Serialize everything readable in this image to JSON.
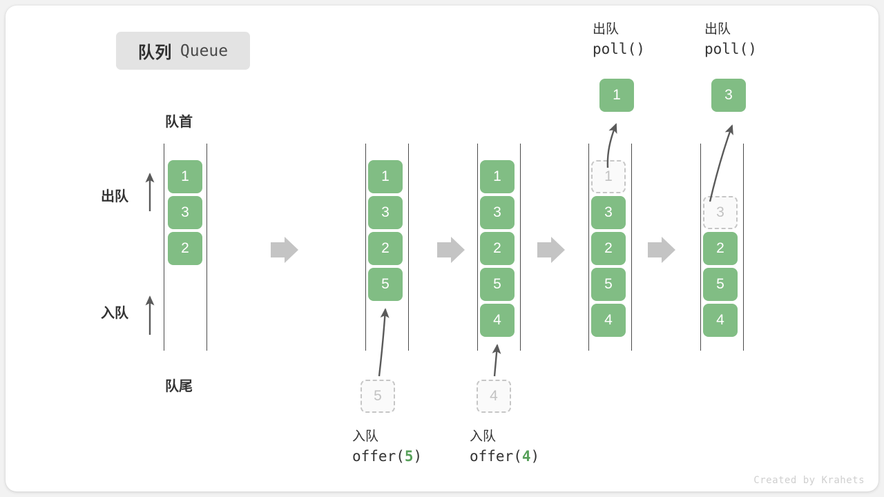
{
  "title": {
    "cn": "队列",
    "en": "Queue"
  },
  "labels": {
    "head": "队首",
    "tail": "队尾",
    "dequeue": "出队",
    "enqueue": "入队"
  },
  "footer": "Created by Krahets",
  "colors": {
    "element": "#81bd84",
    "ghost_fill": "#fafafa",
    "ghost_border": "#c6c6c6",
    "rail": "#4a4a4a",
    "arrow": "#5a5a5a",
    "step_arrow": "#c4c4c4",
    "badge_bg": "#e3e3e3",
    "accent_number": "#57a05a",
    "footer_text": "#cfcfcf"
  },
  "operations": [
    {
      "id": "offer-5",
      "cn": "入队",
      "code_prefix": "offer(",
      "code_value": "5",
      "code_suffix": ")",
      "ghost_value": "5"
    },
    {
      "id": "offer-4",
      "cn": "入队",
      "code_prefix": "offer(",
      "code_value": "4",
      "code_suffix": ")",
      "ghost_value": "4"
    },
    {
      "id": "poll-1",
      "cn": "出队",
      "code": "poll()",
      "popped_value": "1"
    },
    {
      "id": "poll-3",
      "cn": "出队",
      "code": "poll()",
      "popped_value": "3"
    }
  ],
  "columns": [
    {
      "id": "state-0",
      "items": [
        "1",
        "3",
        "2"
      ],
      "ghost_index": -1
    },
    {
      "id": "state-1",
      "items": [
        "1",
        "3",
        "2",
        "5"
      ],
      "ghost_index": -1
    },
    {
      "id": "state-2",
      "items": [
        "1",
        "3",
        "2",
        "5",
        "4"
      ],
      "ghost_index": -1
    },
    {
      "id": "state-3",
      "items": [
        "1",
        "3",
        "2",
        "5",
        "4"
      ],
      "ghost_index": 0
    },
    {
      "id": "state-4",
      "items": [
        "3",
        "2",
        "5",
        "4"
      ],
      "ghost_index": 0
    }
  ],
  "step_arrows": [
    "→",
    "→",
    "→",
    "→"
  ]
}
